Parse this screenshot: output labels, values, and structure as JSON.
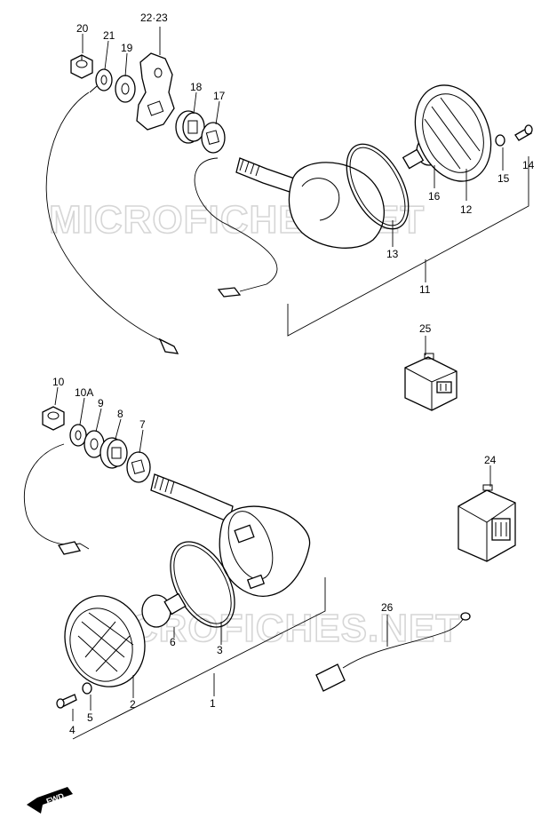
{
  "watermark": "MICROFICHES.NET",
  "fwd_label": "FWD",
  "labels": {
    "p20": "20",
    "p21": "21",
    "p19": "19",
    "p2223": "22·23",
    "p18": "18",
    "p17": "17",
    "p14": "14",
    "p15": "15",
    "p16": "16",
    "p12": "12",
    "p13": "13",
    "p11": "11",
    "p25": "25",
    "p10": "10",
    "p10A": "10A",
    "p9": "9",
    "p8": "8",
    "p7": "7",
    "p24": "24",
    "p26": "26",
    "p6": "6",
    "p3": "3",
    "p2": "2",
    "p1": "1",
    "p5": "5",
    "p4": "4"
  }
}
